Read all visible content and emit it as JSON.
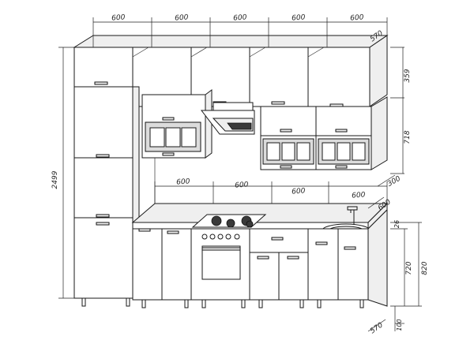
{
  "dimensions": {
    "upper_width_1": "600",
    "upper_width_2": "600",
    "upper_width_3": "600",
    "upper_width_4": "600",
    "upper_width_5": "600",
    "upper_depth": "570",
    "upper_height": "359",
    "lower_wall_height": "718",
    "wall_depth": "300",
    "total_height": "2499",
    "mid_width_1": "600",
    "mid_width_2": "600",
    "mid_width_3": "600",
    "mid_width_4": "600",
    "counter_depth": "600",
    "counter_thickness": "26",
    "base_height": "720",
    "base_total_height": "820",
    "base_depth": "570",
    "leg_height": "100"
  }
}
